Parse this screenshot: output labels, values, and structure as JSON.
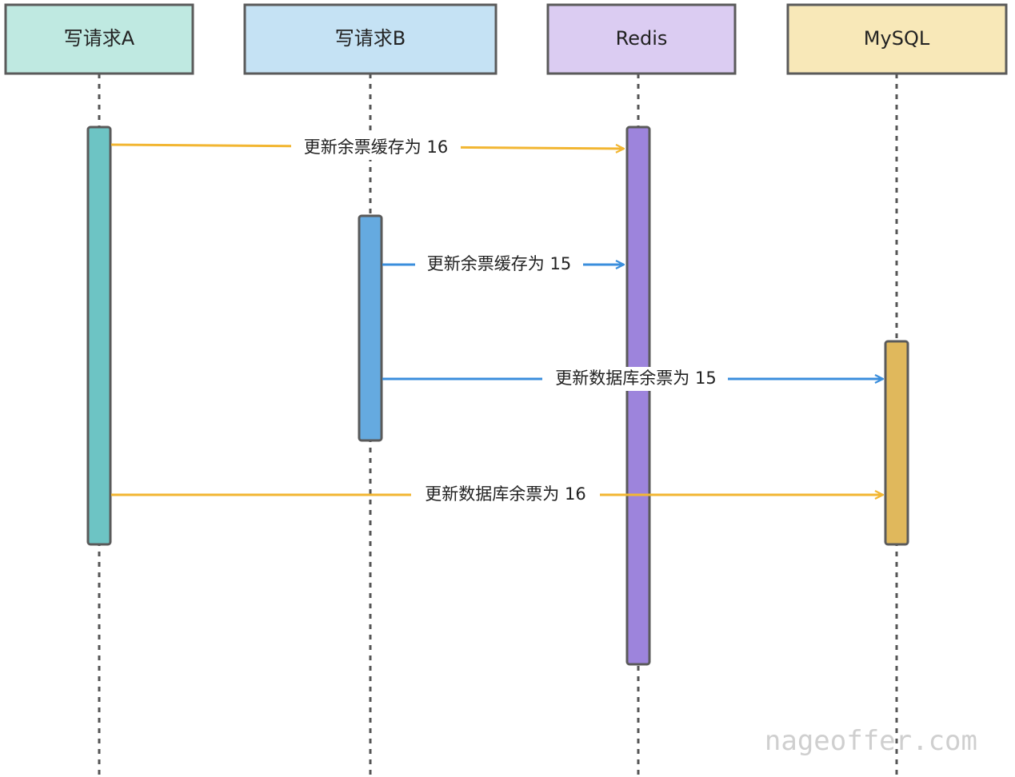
{
  "participants": [
    {
      "id": "A",
      "label": "写请求A",
      "fill": "#BFE9E1",
      "bar_fill": "#6DC4C4"
    },
    {
      "id": "B",
      "label": "写请求B",
      "fill": "#C5E2F4",
      "bar_fill": "#65AAE0"
    },
    {
      "id": "R",
      "label": "Redis",
      "fill": "#DBCCF2",
      "bar_fill": "#9D84DC"
    },
    {
      "id": "M",
      "label": "MySQL",
      "fill": "#F8E8B8",
      "bar_fill": "#E0B85C"
    }
  ],
  "messages": [
    {
      "from": "A",
      "to": "R",
      "label": "更新余票缓存为 16",
      "color": "#F2B632"
    },
    {
      "from": "B",
      "to": "R",
      "label": "更新余票缓存为 15",
      "color": "#3A8EDC"
    },
    {
      "from": "B",
      "to": "M",
      "label": "更新数据库余票为 15",
      "color": "#3A8EDC"
    },
    {
      "from": "A",
      "to": "M",
      "label": "更新数据库余票为 16",
      "color": "#F2B632"
    }
  ],
  "watermark": "nageoffer.com",
  "colors": {
    "border": "#5A5A5A",
    "lifeline": "#555555"
  }
}
